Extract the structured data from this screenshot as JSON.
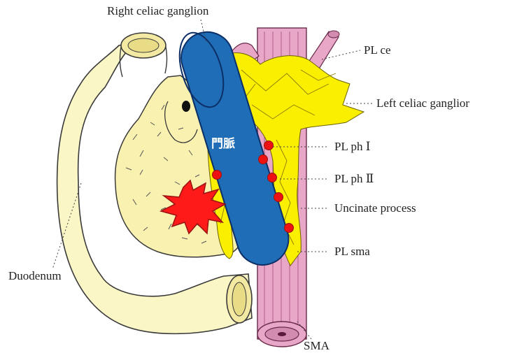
{
  "labels": {
    "right_celiac_ganglion": "Right celiac ganglion",
    "pl_ce": "PL ce",
    "left_celiac_ganglion": "Left celiac ganglior",
    "pl_ph_1": "PL ph Ⅰ",
    "pl_ph_2": "PL ph Ⅱ",
    "uncinate_process": "Uncinate process",
    "pl_sma": "PL sma",
    "duodenum": "Duodenum",
    "sma": "SMA",
    "portal_vein": "門脈"
  },
  "colors": {
    "pancreas": "#f9f1b0",
    "duodenum": "#fbf6c6",
    "artery": "#e9a7c8",
    "nerve_plexus": "#fbef00",
    "portal_vein": "#1f6db6",
    "portal_vein_edge": "#0b2f66",
    "node_dots": "#ee1111",
    "tumor": "#ff1a1a"
  }
}
